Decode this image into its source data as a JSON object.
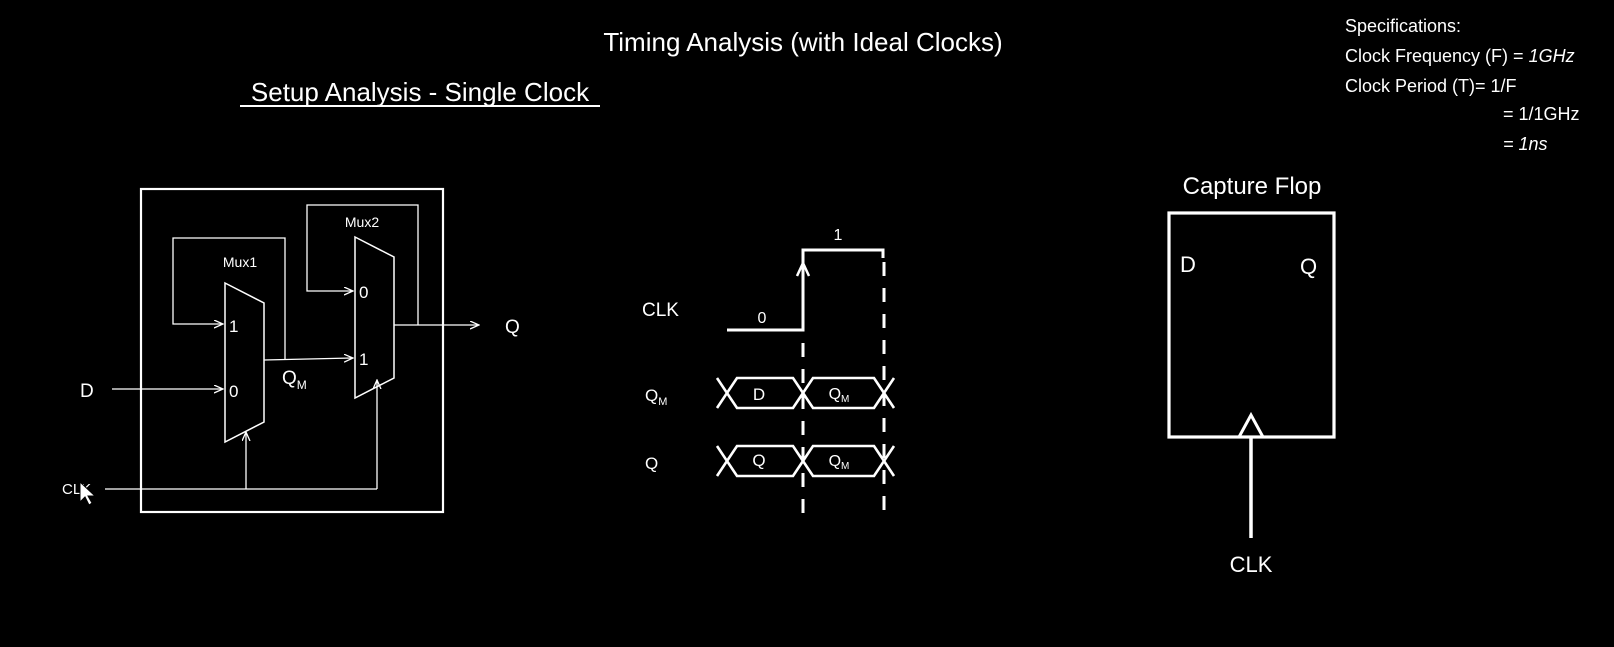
{
  "header": {
    "title": "Timing Analysis (with Ideal Clocks)",
    "subtitle": "Setup Analysis - Single Clock"
  },
  "specs": {
    "heading": "Specifications:",
    "freq_label": "Clock Frequency (F) = ",
    "freq_value": "1GHz",
    "period_label": "Clock Period (T)= 1/F",
    "period_line2": "= 1/1GHz",
    "period_value": "= 1ns"
  },
  "flop_diagram": {
    "mux1_label": "Mux1",
    "mux2_label": "Mux2",
    "mux1_in1": "1",
    "mux1_in0": "0",
    "mux2_in0": "0",
    "mux2_in1": "1",
    "input_d": "D",
    "internal_qm": "Q",
    "internal_qm_sub": "M",
    "output_q": "Q",
    "clk_in": "CLK"
  },
  "waveform": {
    "clk_label": "CLK",
    "clk_low": "0",
    "clk_high": "1",
    "qm_label": "Q",
    "qm_sub": "M",
    "q_label": "Q",
    "qm_seg1": "D",
    "qm_seg2": "Q",
    "qm_seg2_sub": "M",
    "q_seg1": "Q",
    "q_seg2": "Q",
    "q_seg2_sub": "M"
  },
  "capture_flop": {
    "title": "Capture Flop",
    "d": "D",
    "q": "Q",
    "clk": "CLK"
  }
}
